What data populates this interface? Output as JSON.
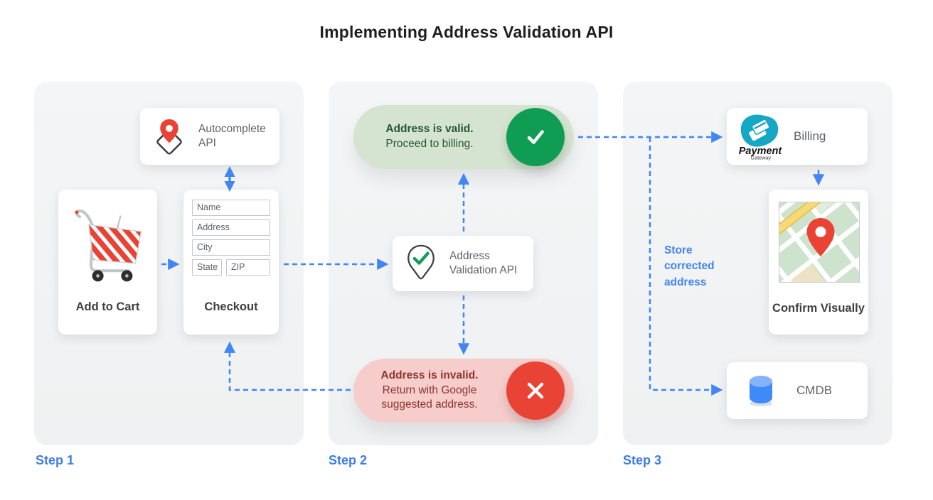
{
  "title": "Implementing Address Validation API",
  "colors": {
    "accent_blue": "#4285F4",
    "step_label_blue": "#3D7DE8",
    "success_green": "#0E9D52",
    "error_red": "#E94335",
    "valid_pill_bg": "#D5E4D1",
    "valid_text": "#24562F",
    "invalid_pill_bg": "#F6CDCB",
    "invalid_text": "#8D352E",
    "panel_bg": "#F1F3F4",
    "pin_red": "#EA4335",
    "gateway_teal": "#14A7C6",
    "db_blue": "#4285F4"
  },
  "icons": {
    "autocomplete": "map-pin-diamond-icon",
    "validation": "map-pin-check-icon",
    "cart": "shopping-cart-icon",
    "valid": "check-icon",
    "invalid": "x-icon",
    "billing": "payment-gateway-logo",
    "confirm": "map-thumbnail",
    "cmdb": "database-cylinder-icon"
  },
  "step1": {
    "label": "Step 1",
    "autocomplete_api": "Autocomplete API",
    "add_to_cart": "Add to Cart",
    "checkout": "Checkout",
    "form": {
      "name": "Name",
      "address": "Address",
      "city": "City",
      "state": "State",
      "zip": "ZIP"
    }
  },
  "step2": {
    "label": "Step 2",
    "valid_title": "Address is valid.",
    "valid_subtitle": "Proceed to billing.",
    "validation_api": "Address Validation API",
    "invalid_title": "Address is invalid.",
    "invalid_subtitle": "Return with Google suggested address."
  },
  "step3": {
    "label": "Step 3",
    "billing": "Billing",
    "logo_title": "Payment",
    "logo_subtitle": "Gateway",
    "store_note": "Store corrected address",
    "confirm_visually": "Confirm Visually",
    "cmdb": "CMDB"
  }
}
